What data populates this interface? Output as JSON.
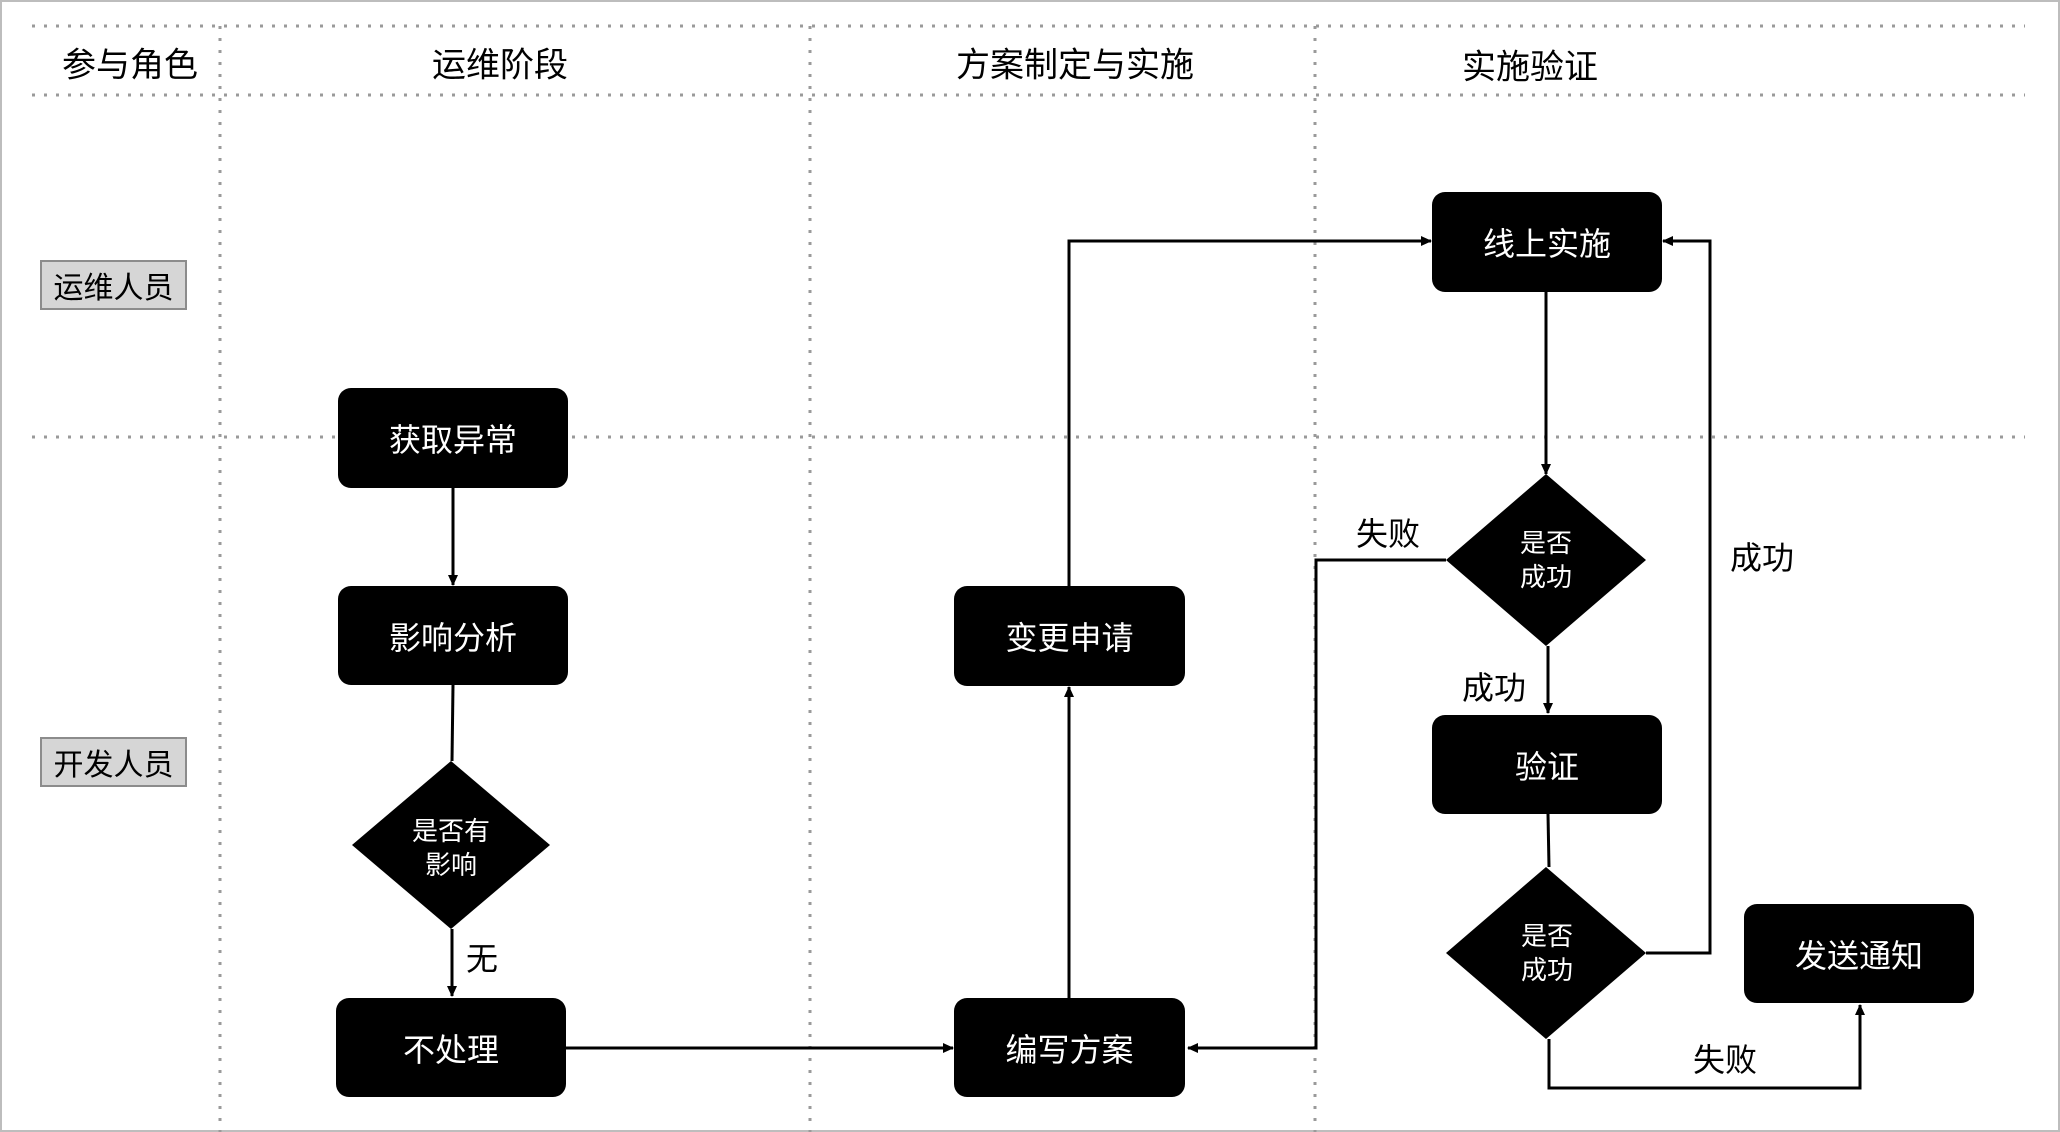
{
  "headers": {
    "roles": "参与角色",
    "ops_stage": "运维阶段",
    "plan_stage": "方案制定与实施",
    "verify_stage": "实施验证"
  },
  "roles": {
    "ops": "运维人员",
    "dev": "开发人员"
  },
  "nodes": {
    "get_exception": "获取异常",
    "impact_analysis": "影响分析",
    "has_impact_line1": "是否有",
    "has_impact_line2": "影响",
    "no_action": "不处理",
    "change_request": "变更申请",
    "write_plan": "编写方案",
    "online_impl": "线上实施",
    "success_check1_line1": "是否",
    "success_check1_line2": "成功",
    "verify": "验证",
    "success_check2_line1": "是否",
    "success_check2_line2": "成功",
    "send_notice": "发送通知"
  },
  "edge_labels": {
    "none": "无",
    "fail1": "失败",
    "success1": "成功",
    "success2": "成功",
    "fail2": "失败"
  }
}
